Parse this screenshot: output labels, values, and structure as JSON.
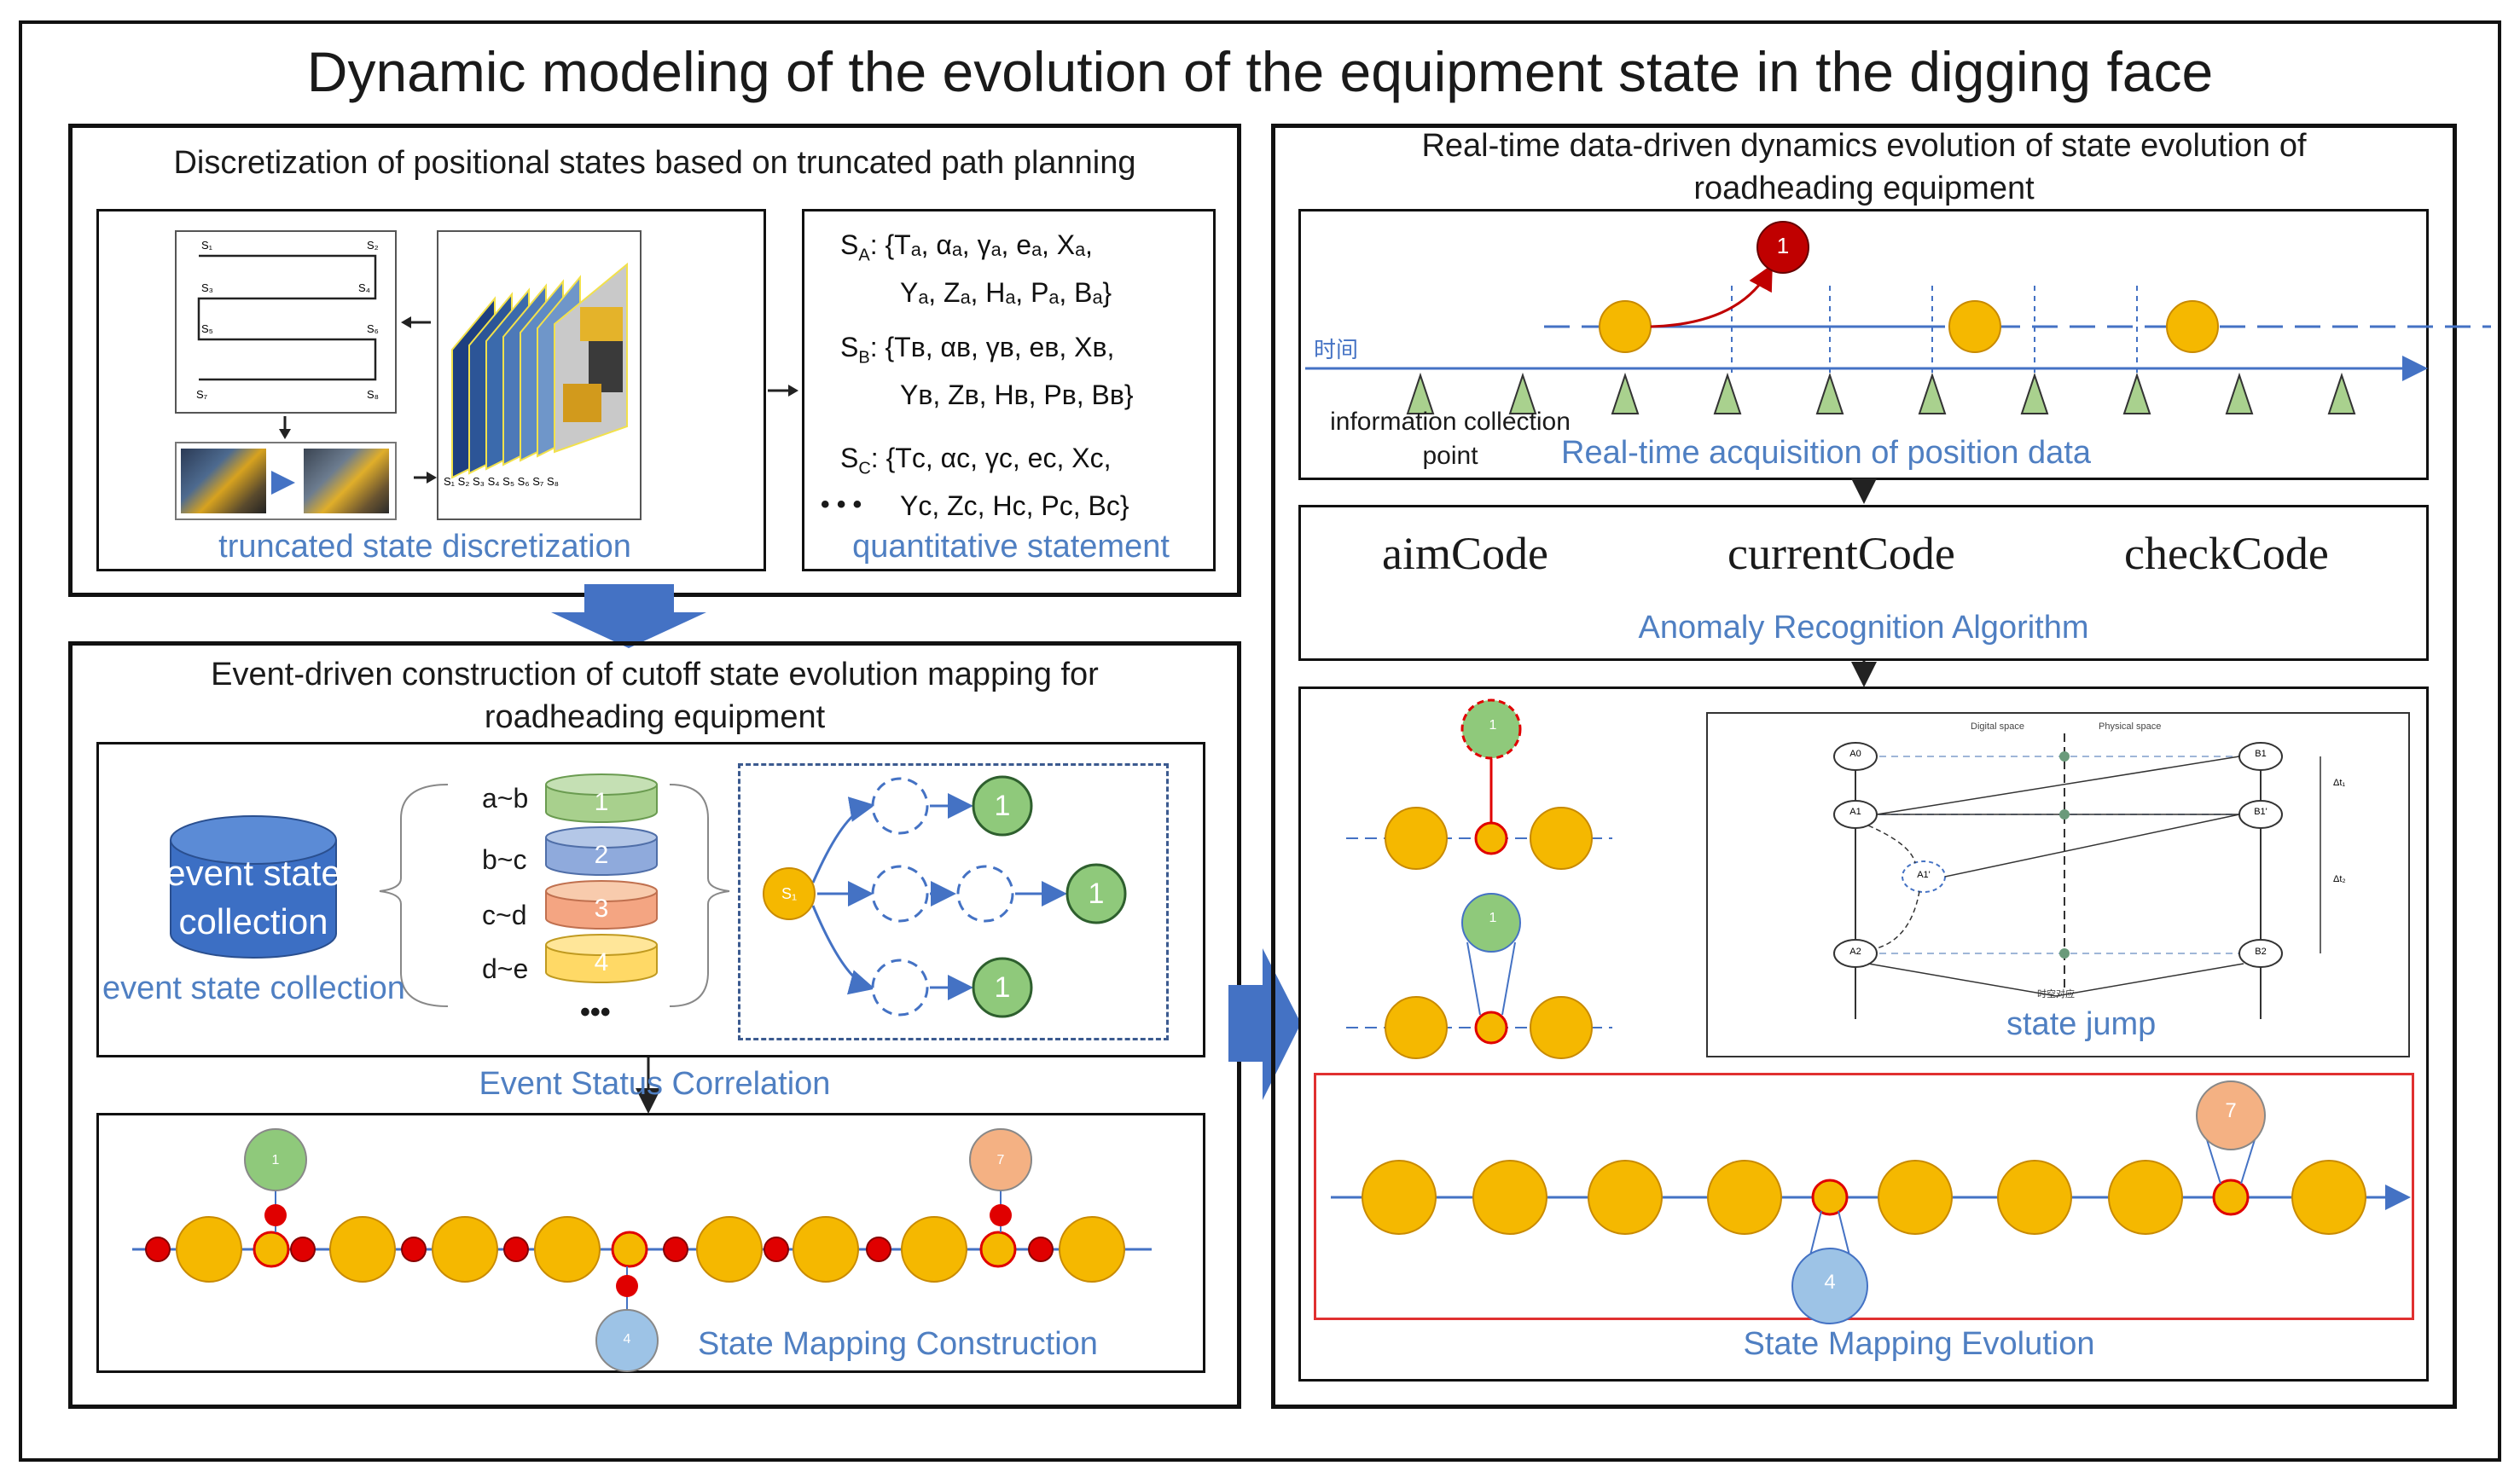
{
  "title": "Dynamic modeling of the evolution of the equipment state in the digging face",
  "panel_a": {
    "title": "Discretization of positional states based on truncated path planning",
    "left_caption": "truncated state discretization",
    "right_caption": "quantitative statement",
    "path_labels": [
      "S₁",
      "S₂",
      "S₃",
      "S₄",
      "S₅",
      "S₆",
      "S₇",
      "S₈"
    ],
    "stack_labels": "S₁ S₂ S₃ S₄ S₅ S₆ S₇ S₈",
    "ellipsis": "• • •",
    "statements": [
      {
        "name": "S",
        "sub": "A",
        "line1": "{Tₐ, αₐ, γₐ, eₐ, Xₐ,",
        "line2": "Yₐ, Zₐ, Hₐ, Pₐ, Bₐ}"
      },
      {
        "name": "S",
        "sub": "B",
        "line1": "{Tʙ, αʙ, γʙ, eʙ, Xʙ,",
        "line2": "Yʙ, Zʙ, Hʙ, Pʙ, Bʙ}"
      },
      {
        "name": "S",
        "sub": "C",
        "line1": "{Tᴄ, αᴄ, γᴄ, eᴄ, Xᴄ,",
        "line2": "Yᴄ, Zᴄ, Hᴄ, Pᴄ, Bᴄ}"
      }
    ]
  },
  "panel_b": {
    "title_line1": "Event-driven construction of cutoff state evolution mapping for",
    "title_line2": "roadheading equipment",
    "db_label_line1": "event state",
    "db_label_line2": "collection",
    "db_caption": "event state collection",
    "ranges": [
      "a~b",
      "b~c",
      "c~d",
      "d~e"
    ],
    "range_nums": [
      "1",
      "2",
      "3",
      "4"
    ],
    "ellipsis": "•••",
    "graph_start": "S₁",
    "graph_nodes": [
      "1",
      "1",
      "1"
    ],
    "correlation_caption": "Event Status Correlation",
    "mapping_caption": "State Mapping Construction",
    "mapping_top_nodes": [
      "1",
      "7"
    ],
    "mapping_bottom_node": "4"
  },
  "panel_c": {
    "title_line1": "Real-time data-driven dynamics evolution of state evolution of",
    "title_line2": "roadheading equipment",
    "time_label": "时间",
    "jump_node": "1",
    "info_label_line1": "information collection",
    "info_label_line2": "point",
    "acq_caption": "Real-time acquisition of position data",
    "codes": [
      "aimCode",
      "currentCode",
      "checkCode"
    ],
    "anomaly_caption": "Anomaly Recognition Algorithm",
    "jump_caption": "state jump",
    "evolution_caption": "State Mapping Evolution",
    "evo_top_node": "7",
    "evo_bottom_node": "4",
    "mini_nodes": [
      "1",
      "1"
    ],
    "inset": {
      "col_left": "Digital space",
      "col_right": "Physical space",
      "left_nodes": [
        "A0",
        "A1",
        "A1'",
        "A2"
      ],
      "right_nodes": [
        "B1",
        "B1'",
        "B2"
      ],
      "deltas": [
        "Δt₁",
        "Δt₂"
      ],
      "bottom": "时空对应"
    }
  },
  "colors": {
    "frame": "#111111",
    "caption_blue": "#4f7fc2",
    "arrow_blue": "#4472c4",
    "node_yellow": "#f5b800",
    "node_red": "#e00000",
    "node_green": "#8fc97b",
    "node_blue": "#9dc3e6",
    "node_orange": "#f4b183",
    "box_red": "#e03030"
  }
}
